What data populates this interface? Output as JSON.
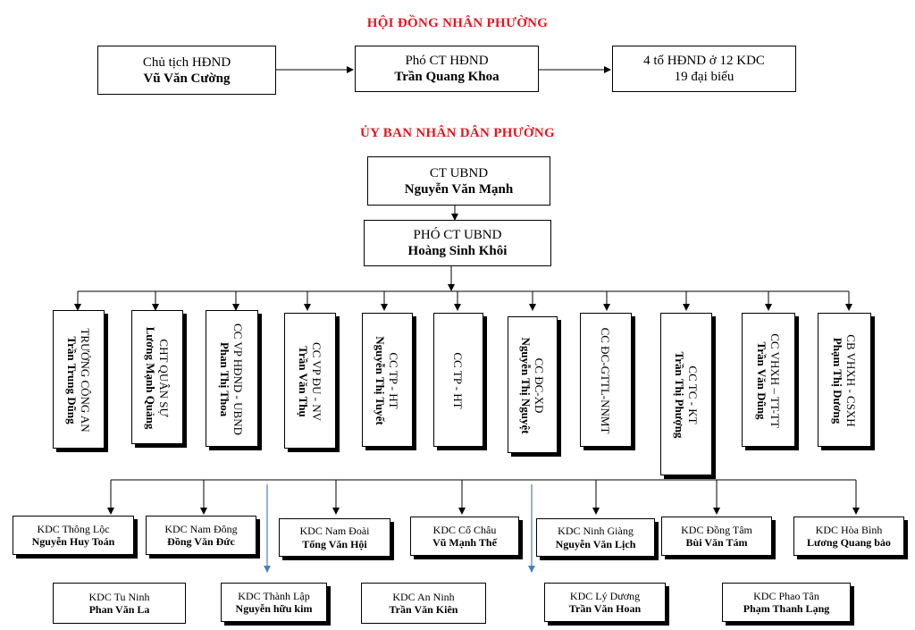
{
  "hdnd": {
    "title": "HỘI ĐỒNG NHÂN PHƯỜNG",
    "chairman": {
      "role": "Chủ tịch HĐND",
      "name": "Vũ Văn Cường"
    },
    "vice": {
      "role": "Phó CT HĐND",
      "name": "Trần Quang Khoa"
    },
    "groups": {
      "line1": "4 tổ HĐND ở 12 KDC",
      "line2": "19 đại biểu"
    }
  },
  "ubnd": {
    "title": "ỦY BAN NHÂN DÂN PHƯỜNG",
    "chairman": {
      "role": "CT UBND",
      "name": "Nguyễn Văn Mạnh"
    },
    "vice": {
      "role": "PHÓ CT UBND",
      "name": "Hoàng Sinh Khôi"
    }
  },
  "officers": [
    {
      "role": "TRƯỞNG CÔNG AN",
      "name": "Trần Trung Dũng"
    },
    {
      "role": "CHT QUÂN SỰ",
      "name": "Lương Mạnh Quảng"
    },
    {
      "role": "CC VP HĐND - UBND",
      "name": "Phan Thị Thoa"
    },
    {
      "role": "CC VP ĐU - NV",
      "name": "Trần Văn Thụ"
    },
    {
      "role": "CC TP - HT",
      "name": "Nguyễn Thị Tuyết"
    },
    {
      "role": "CC TP - HT",
      "name": ""
    },
    {
      "role": "CC ĐC-XD",
      "name": "Nguyễn Thị Nguyệt"
    },
    {
      "role": "CC ĐC-GTTL-NNMT",
      "name": ""
    },
    {
      "role": "CC TC - KT",
      "name": "Trần Thị Phượng"
    },
    {
      "role": "CC VHXH – TT-TT",
      "name": "Trần Văn Dũng"
    },
    {
      "role": "CB VHXH - CSXH",
      "name": "Phạm Thị Dương"
    }
  ],
  "kdc_row1": [
    {
      "label": "KDC Thông Lộc",
      "name": "Nguyễn Huy Toán"
    },
    {
      "label": "KDC Nam Đông",
      "name": "Đồng Văn Đức"
    },
    {
      "label": "KDC Nam Đoài",
      "name": "Tống Văn Hội"
    },
    {
      "label": "KDC Cổ Châu",
      "name": "Vũ Mạnh Thế"
    },
    {
      "label": "KDC Ninh Giàng",
      "name": "Nguyễn Văn Lịch"
    },
    {
      "label": "KDC Đồng Tâm",
      "name": "Bùi Văn Tám"
    },
    {
      "label": "KDC Hòa Bình",
      "name": "Lương Quang bảo"
    }
  ],
  "kdc_row2": [
    {
      "label": "KDC Tu Ninh",
      "name": "Phan Văn La"
    },
    {
      "label": "KDC Thành Lập",
      "name": "Nguyễn hữu kim"
    },
    {
      "label": "KDC An Ninh",
      "name": "Trần Văn Kiên"
    },
    {
      "label": "KDC Lý Dương",
      "name": "Trần Văn Hoan"
    },
    {
      "label": "KDC Phao Tân",
      "name": "Phạm Thanh Lạng"
    }
  ],
  "colors": {
    "title": "#e8141b",
    "arrow_blue": "#4a7fc1",
    "line": "#000000"
  }
}
